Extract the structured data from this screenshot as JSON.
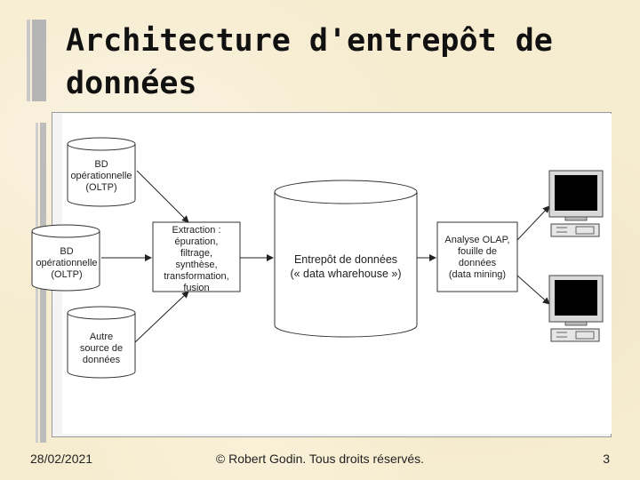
{
  "slide": {
    "title_line1": "Architecture d'entrepôt de",
    "title_line2": "données"
  },
  "diagram": {
    "db1": [
      "BD",
      "opérationnelle",
      "(OLTP)"
    ],
    "db2": [
      "BD",
      "opérationnelle",
      "(OLTP)"
    ],
    "db3": [
      "Autre",
      "source de",
      "données"
    ],
    "extraction": [
      "Extraction :",
      "épuration,",
      "filtrage,",
      "synthèse,",
      "transformation,",
      "fusion"
    ],
    "warehouse": [
      "Entrepôt de données",
      "(« data wharehouse »)"
    ],
    "analysis": [
      "Analyse OLAP,",
      "fouille de",
      "données",
      "(data mining)"
    ]
  },
  "footer": {
    "date": "28/02/2021",
    "copyright": "© Robert Godin. Tous droits réservés.",
    "page": "3"
  }
}
